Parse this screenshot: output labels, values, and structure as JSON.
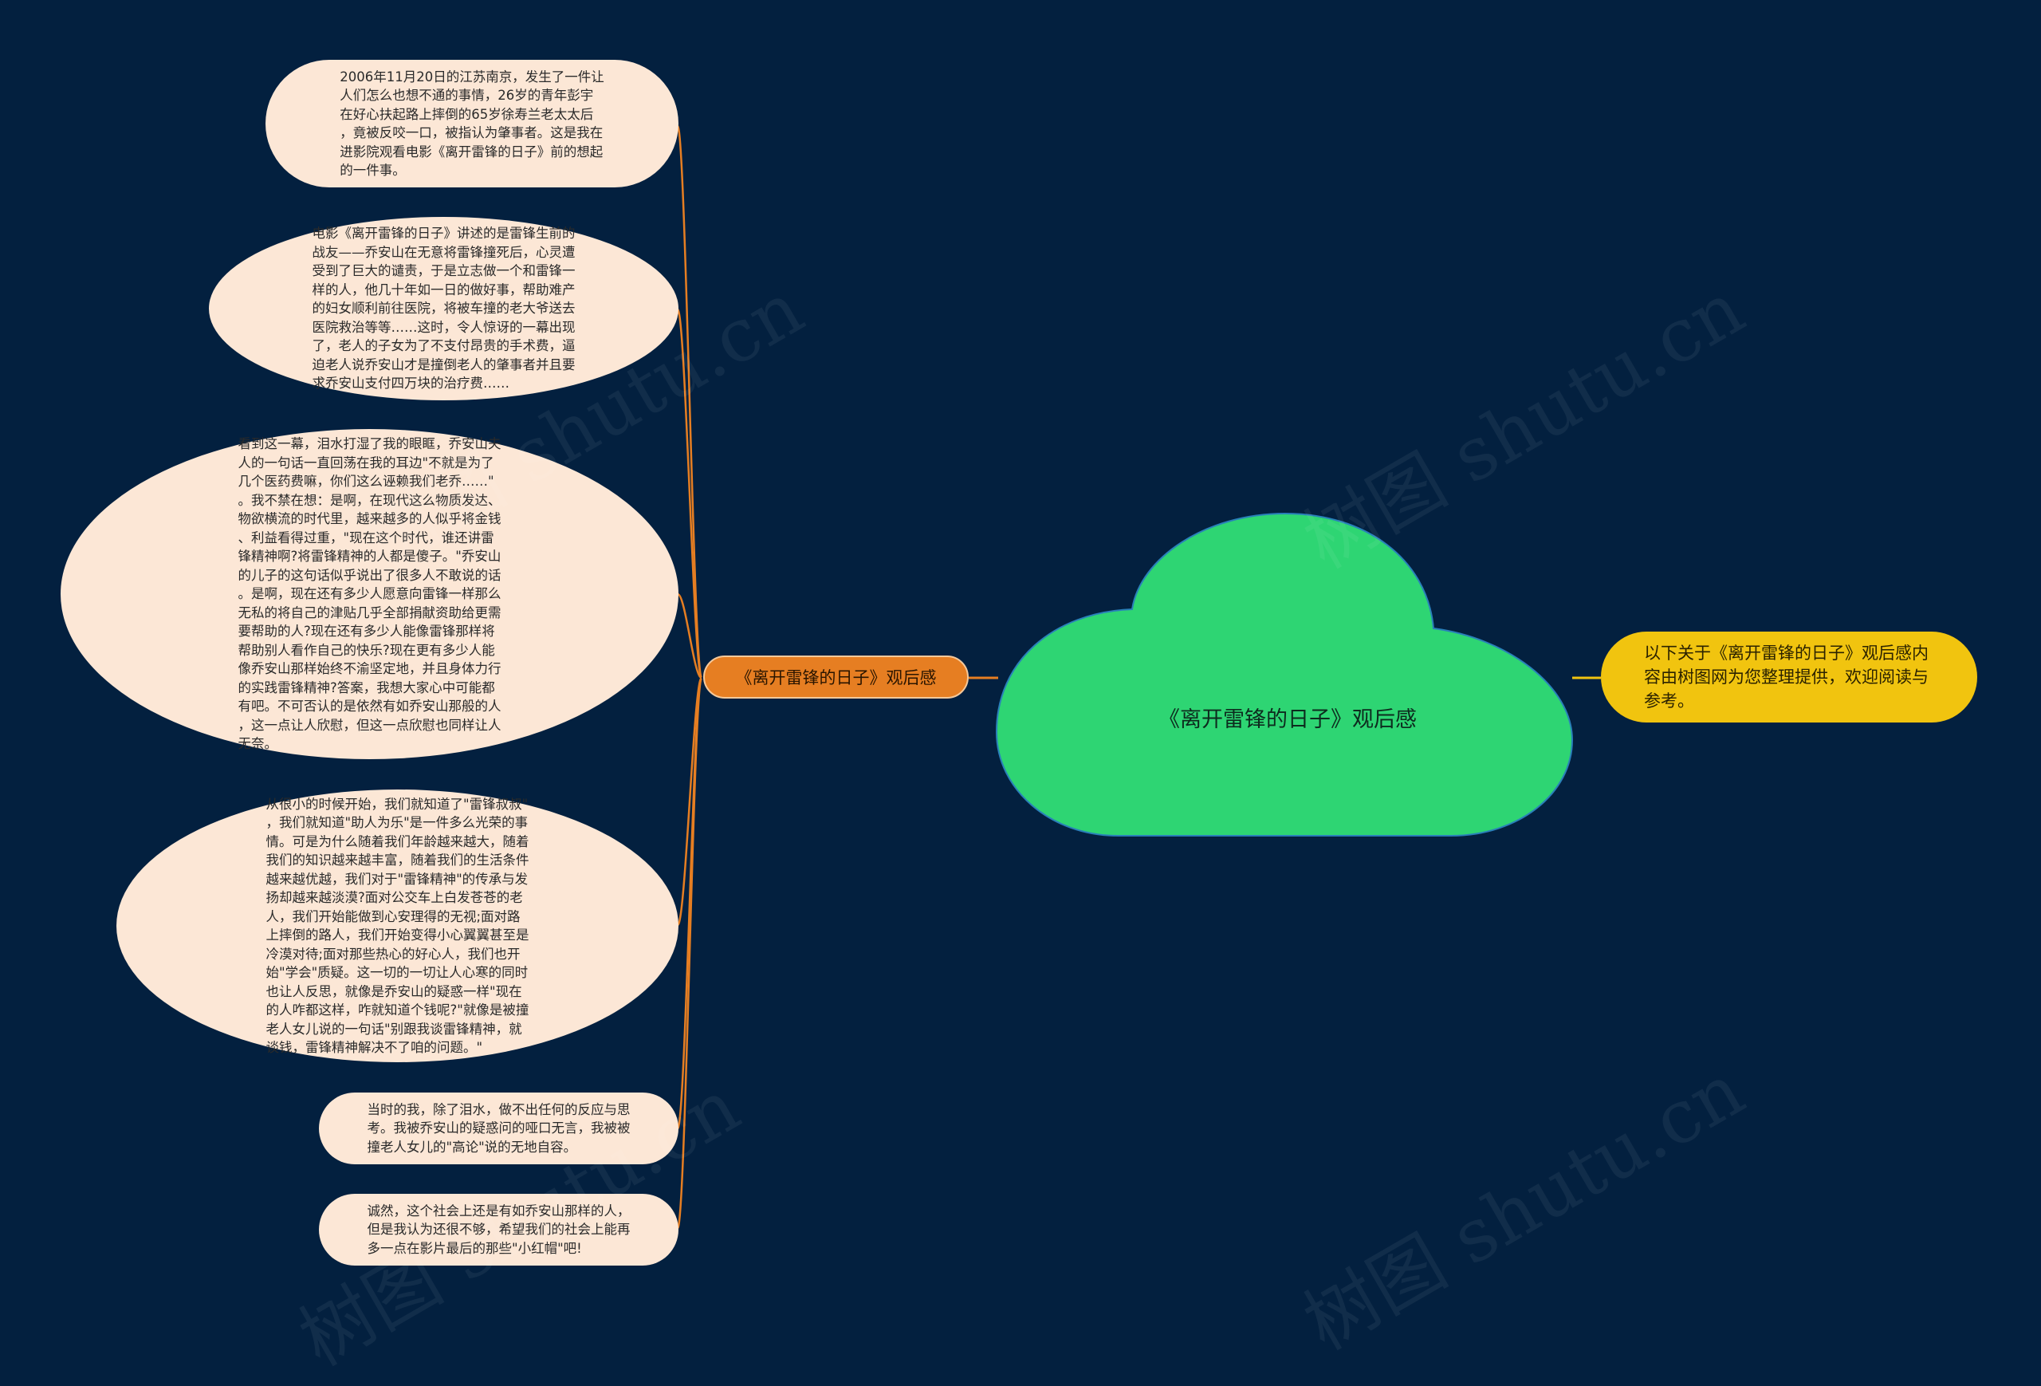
{
  "central": {
    "label": "《离开雷锋的日子》观后感"
  },
  "branch": {
    "label": "《离开雷锋的日子》观后感"
  },
  "summary": {
    "text": "以下关于《离开雷锋的日子》观后感内容由树图网为您整理提供，欢迎阅读与参考。"
  },
  "leaves": [
    {
      "text": "2006年11月20日的江苏南京，发生了一件让\n人们怎么也想不通的事情，26岁的青年彭宇\n在好心扶起路上摔倒的65岁徐寿兰老太太后\n，竟被反咬一口，被指认为肇事者。这是我在\n进影院观看电影《离开雷锋的日子》前的想起\n的一件事。"
    },
    {
      "text": "电影《离开雷锋的日子》讲述的是雷锋生前的\n战友——乔安山在无意将雷锋撞死后，心灵遭\n受到了巨大的谴责，于是立志做一个和雷锋一\n样的人，他几十年如一日的做好事，帮助难产\n的妇女顺利前往医院，将被车撞的老大爷送去\n医院救治等等……这时，令人惊讶的一幕出现\n了，老人的子女为了不支付昂贵的手术费，逼\n迫老人说乔安山才是撞倒老人的肇事者并且要\n求乔安山支付四万块的治疗费……"
    },
    {
      "text": "看到这一幕，泪水打湿了我的眼眶，乔安山夫\n人的一句话一直回荡在我的耳边\"不就是为了\n几个医药费嘛，你们这么诬赖我们老乔……\"\n。我不禁在想：是啊，在现代这么物质发达、\n物欲横流的时代里，越来越多的人似乎将金钱\n、利益看得过重，\"现在这个时代，谁还讲雷\n锋精神啊?将雷锋精神的人都是傻子。\"乔安山\n的儿子的这句话似乎说出了很多人不敢说的话\n。是啊，现在还有多少人愿意向雷锋一样那么\n无私的将自己的津贴几乎全部捐献资助给更需\n要帮助的人?现在还有多少人能像雷锋那样将\n帮助别人看作自己的快乐?现在更有多少人能\n像乔安山那样始终不渝坚定地，并且身体力行\n的实践雷锋精神?答案，我想大家心中可能都\n有吧。不可否认的是依然有如乔安山那般的人\n，这一点让人欣慰，但这一点欣慰也同样让人\n无奈。"
    },
    {
      "text": "从很小的时候开始，我们就知道了\"雷锋叔叔\"\n，我们就知道\"助人为乐\"是一件多么光荣的事\n情。可是为什么随着我们年龄越来越大，随着\n我们的知识越来越丰富，随着我们的生活条件\n越来越优越，我们对于\"雷锋精神\"的传承与发\n扬却越来越淡漠?面对公交车上白发苍苍的老\n人，我们开始能做到心安理得的无视;面对路\n上摔倒的路人，我们开始变得小心翼翼甚至是\n冷漠对待;面对那些热心的好心人，我们也开\n始\"学会\"质疑。这一切的一切让人心寒的同时\n也让人反思，就像是乔安山的疑惑一样\"现在\n的人咋都这样，咋就知道个钱呢?\"就像是被撞\n老人女儿说的一句话\"别跟我谈雷锋精神，就\n谈钱，雷锋精神解决不了咱的问题。\""
    },
    {
      "text": "当时的我，除了泪水，做不出任何的反应与思\n考。我被乔安山的疑惑问的哑口无言，我被被\n撞老人女儿的\"高论\"说的无地自容。"
    },
    {
      "text": "诚然，这个社会上还是有如乔安山那样的人，\n但是我认为还很不够，希望我们的社会上能再\n多一点在影片最后的那些\"小红帽\"吧!"
    }
  ],
  "watermark": {
    "text": "树图 shutu.cn"
  },
  "colors": {
    "background": "#03203f",
    "central_fill": "#2ed573",
    "branch_fill": "#e67e22",
    "summary_fill": "#f1c40f",
    "leaf_fill": "#fce7d6",
    "connector_orange": "#e67e22",
    "connector_yellow": "#f1c40f"
  }
}
